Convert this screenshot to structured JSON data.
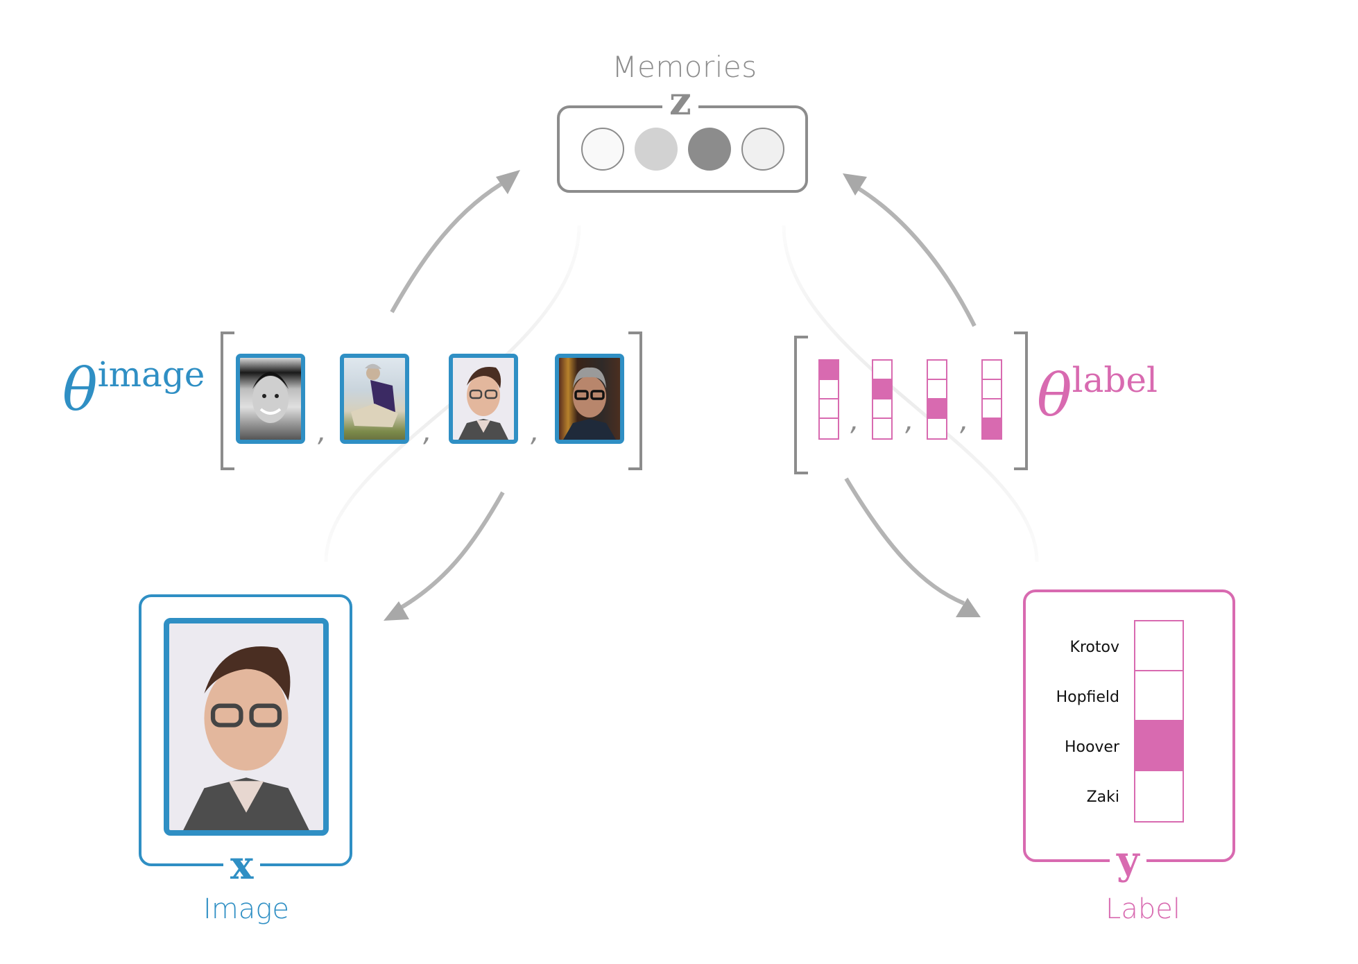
{
  "colors": {
    "image_blue": "#2f8fc4",
    "label_pink": "#d86ab0",
    "gray": "#8c8c8c",
    "arrow_gray": "#a8a8a8"
  },
  "memories": {
    "title": "Memories",
    "variable": "z",
    "units": [
      {
        "activation": "very-low",
        "fill": "#f9f9f9",
        "outlined": true
      },
      {
        "activation": "medium",
        "fill": "#d2d2d2",
        "outlined": false
      },
      {
        "activation": "high",
        "fill": "#8c8c8c",
        "outlined": false
      },
      {
        "activation": "low",
        "fill": "#f0f0f0",
        "outlined": true
      }
    ]
  },
  "theta_image": {
    "symbol": "θ",
    "superscript": "image",
    "photos": [
      {
        "description": "grayscale portrait, smiling young man",
        "name_icon": "portrait-1"
      },
      {
        "description": "older man sitting by the water writing",
        "name_icon": "portrait-2"
      },
      {
        "description": "man with glasses, light background",
        "name_icon": "portrait-3"
      },
      {
        "description": "man with glasses in front of bookshelf",
        "name_icon": "portrait-4"
      }
    ],
    "separator": ","
  },
  "theta_label": {
    "symbol": "θ",
    "superscript": "label",
    "vectors": [
      {
        "one_hot_index": 0
      },
      {
        "one_hot_index": 1
      },
      {
        "one_hot_index": 2
      },
      {
        "one_hot_index": 3
      }
    ],
    "separator": ","
  },
  "image_node": {
    "variable": "x",
    "caption": "Image",
    "photo_description": "man with glasses, light background"
  },
  "label_node": {
    "variable": "y",
    "caption": "Label",
    "classes": [
      "Krotov",
      "Hopfield",
      "Hoover",
      "Zaki"
    ],
    "active_index": 2
  }
}
